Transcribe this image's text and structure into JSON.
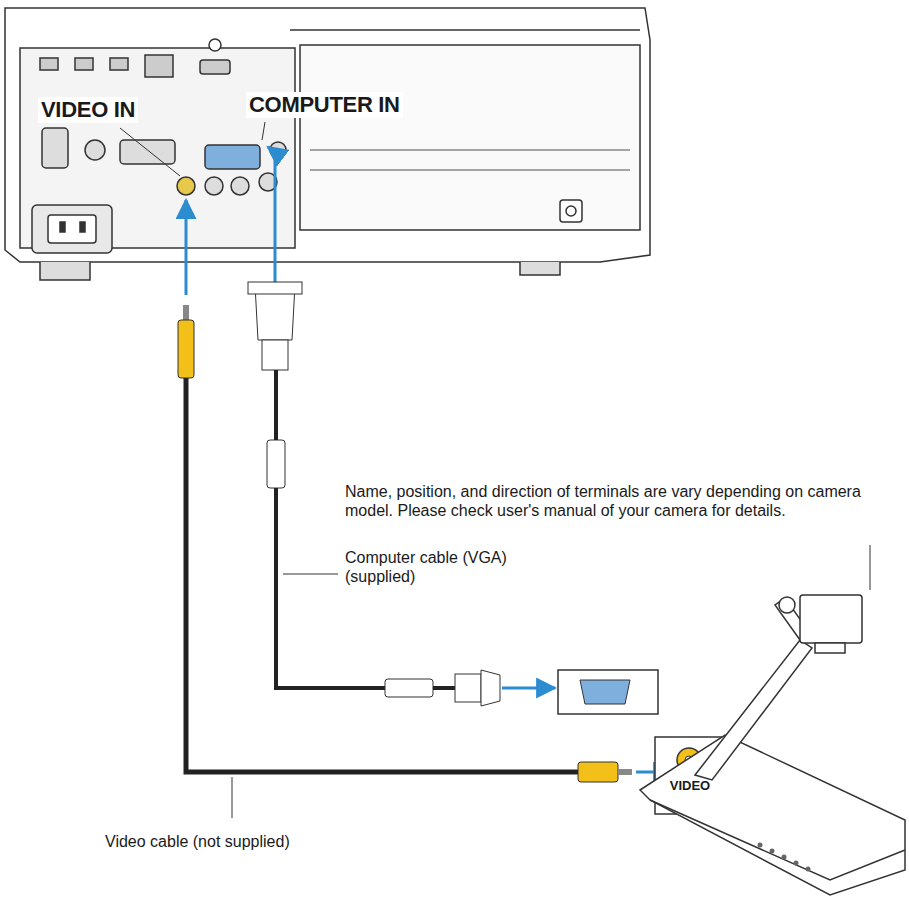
{
  "diagram": {
    "labels": [
      "VIDEO IN",
      "COMPUTER IN",
      "Name, position, and direction of terminals are vary depending on camera model. Please check user's manual of your camera for details.",
      "Computer cable (VGA) (supplied)",
      "Video cable (not supplied)",
      "VIDEO"
    ]
  }
}
